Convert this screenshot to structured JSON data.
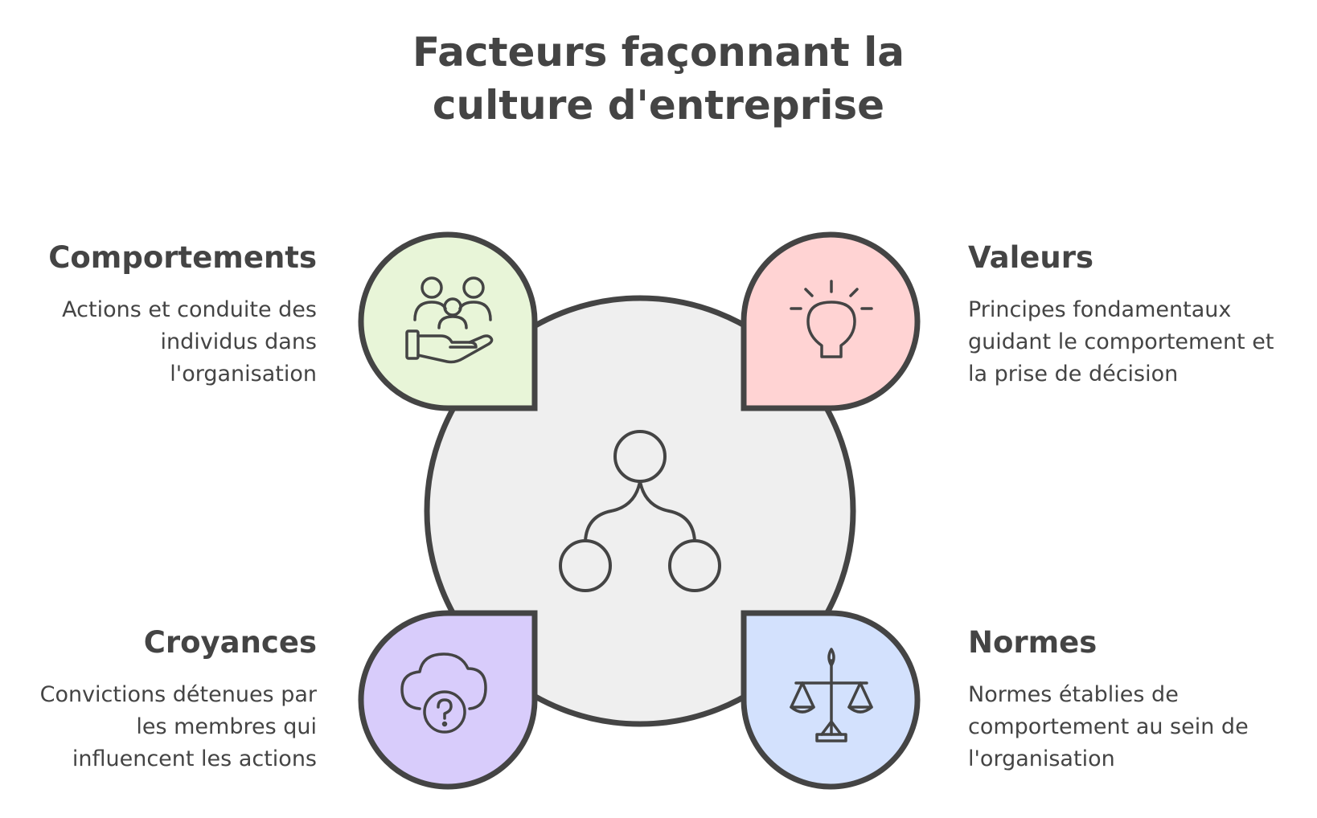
{
  "title": {
    "line1": "Facteurs façonnant la",
    "line2": "culture d'entreprise"
  },
  "colors": {
    "ink": "#444444",
    "center": "#efefef",
    "comportements": "#e8f5d8",
    "valeurs": "#ffd3d3",
    "croyances": "#d8ccfb",
    "normes": "#d3e1fd"
  },
  "factors": {
    "comportements": {
      "heading": "Comportements",
      "description": "Actions et conduite des individus dans l'organisation",
      "icon": "people-in-hand-icon"
    },
    "valeurs": {
      "heading": "Valeurs",
      "description": "Principes fondamentaux guidant le comportement et la prise de décision",
      "icon": "lightbulb-icon"
    },
    "croyances": {
      "heading": "Croyances",
      "description": "Convictions détenues par les membres qui influencent les actions",
      "icon": "cloud-question-icon"
    },
    "normes": {
      "heading": "Normes",
      "description": "Normes établies de comportement au sein de l'organisation",
      "icon": "balance-scale-icon"
    }
  },
  "center_icon": "hierarchy-icon"
}
